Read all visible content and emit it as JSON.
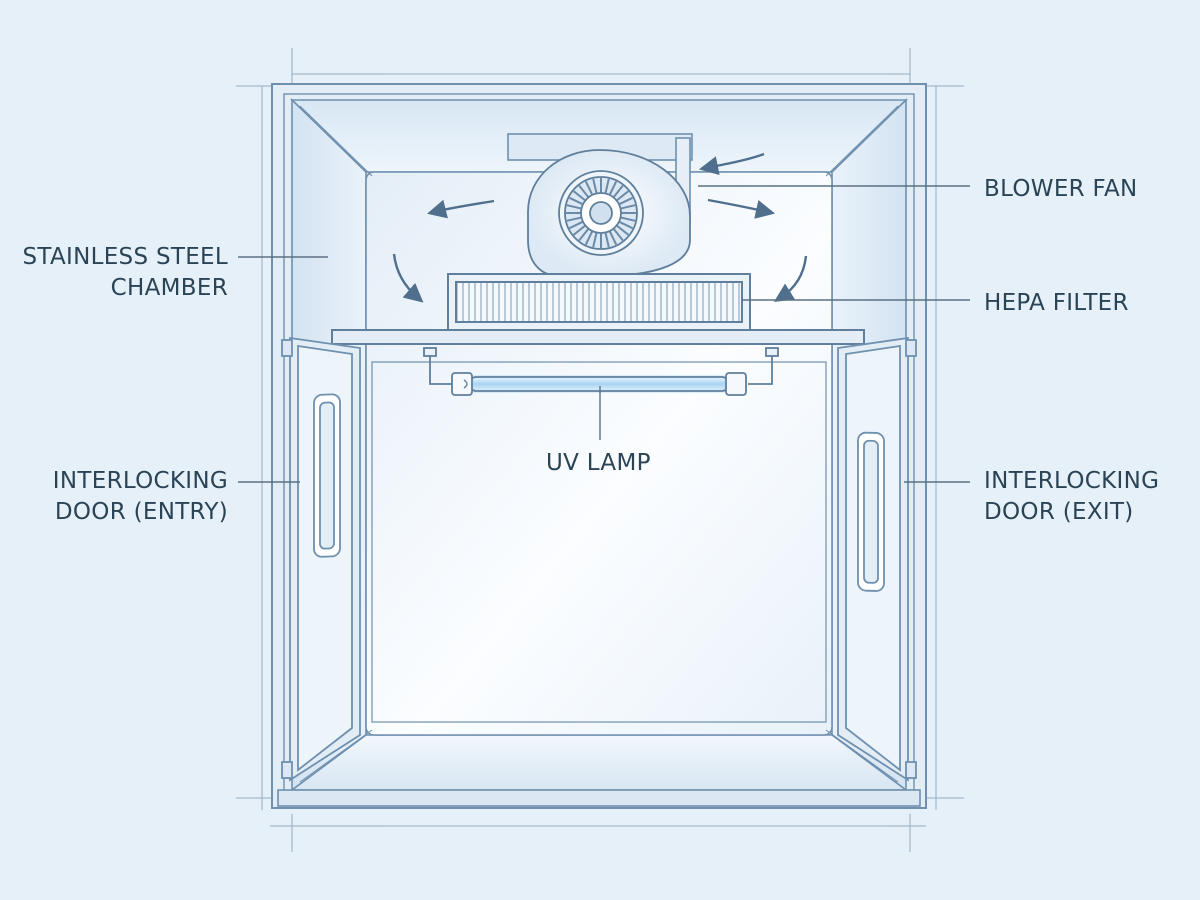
{
  "labels": {
    "chamber": [
      "STAINLESS STEEL",
      "CHAMBER"
    ],
    "entry_door": [
      "INTERLOCKING",
      "DOOR (ENTRY)"
    ],
    "blower_fan": "BLOWER FAN",
    "hepa_filter": "HEPA FILTER",
    "uv_lamp": "UV LAMP",
    "exit_door": [
      "INTERLOCKING",
      "DOOR (EXIT)"
    ]
  },
  "colors": {
    "background": "#e6f0f8",
    "line": "#6f90ae",
    "text": "#2a4456",
    "leader": "#5b7184",
    "uv_glow": "#b9ddf5"
  }
}
